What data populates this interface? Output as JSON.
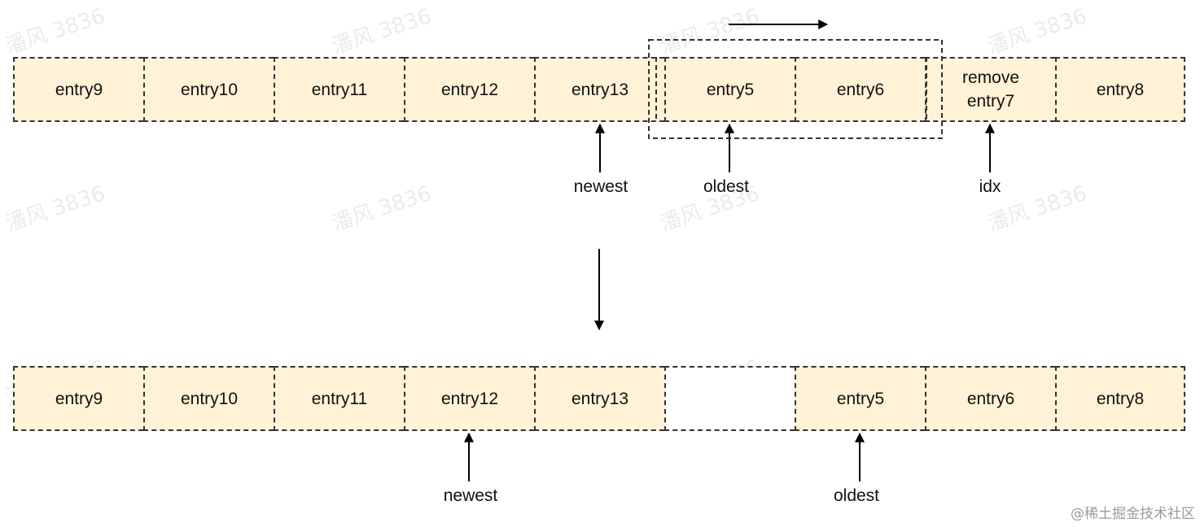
{
  "top_row": [
    {
      "label": "entry9"
    },
    {
      "label": "entry10"
    },
    {
      "label": "entry11"
    },
    {
      "label": "entry12"
    },
    {
      "label": "entry13"
    },
    {
      "label": "entry5"
    },
    {
      "label": "entry6"
    },
    {
      "label": "remove\nentry7"
    },
    {
      "label": "entry8"
    }
  ],
  "bottom_row": [
    {
      "label": "entry9"
    },
    {
      "label": "entry10"
    },
    {
      "label": "entry11"
    },
    {
      "label": "entry12"
    },
    {
      "label": "entry13"
    },
    {
      "label": "",
      "empty": true
    },
    {
      "label": "entry5"
    },
    {
      "label": "entry6"
    },
    {
      "label": "entry8"
    }
  ],
  "pointers": {
    "top_newest": "newest",
    "top_oldest": "oldest",
    "top_idx": "idx",
    "bottom_newest": "newest",
    "bottom_oldest": "oldest"
  },
  "watermark_text": "潘风 3836",
  "footer_watermark": "@稀土掘金技术社区",
  "colors": {
    "cell_fill": "#fff2d6",
    "empty_fill": "#ffffff",
    "border": "#333333",
    "arrow": "#000000"
  }
}
